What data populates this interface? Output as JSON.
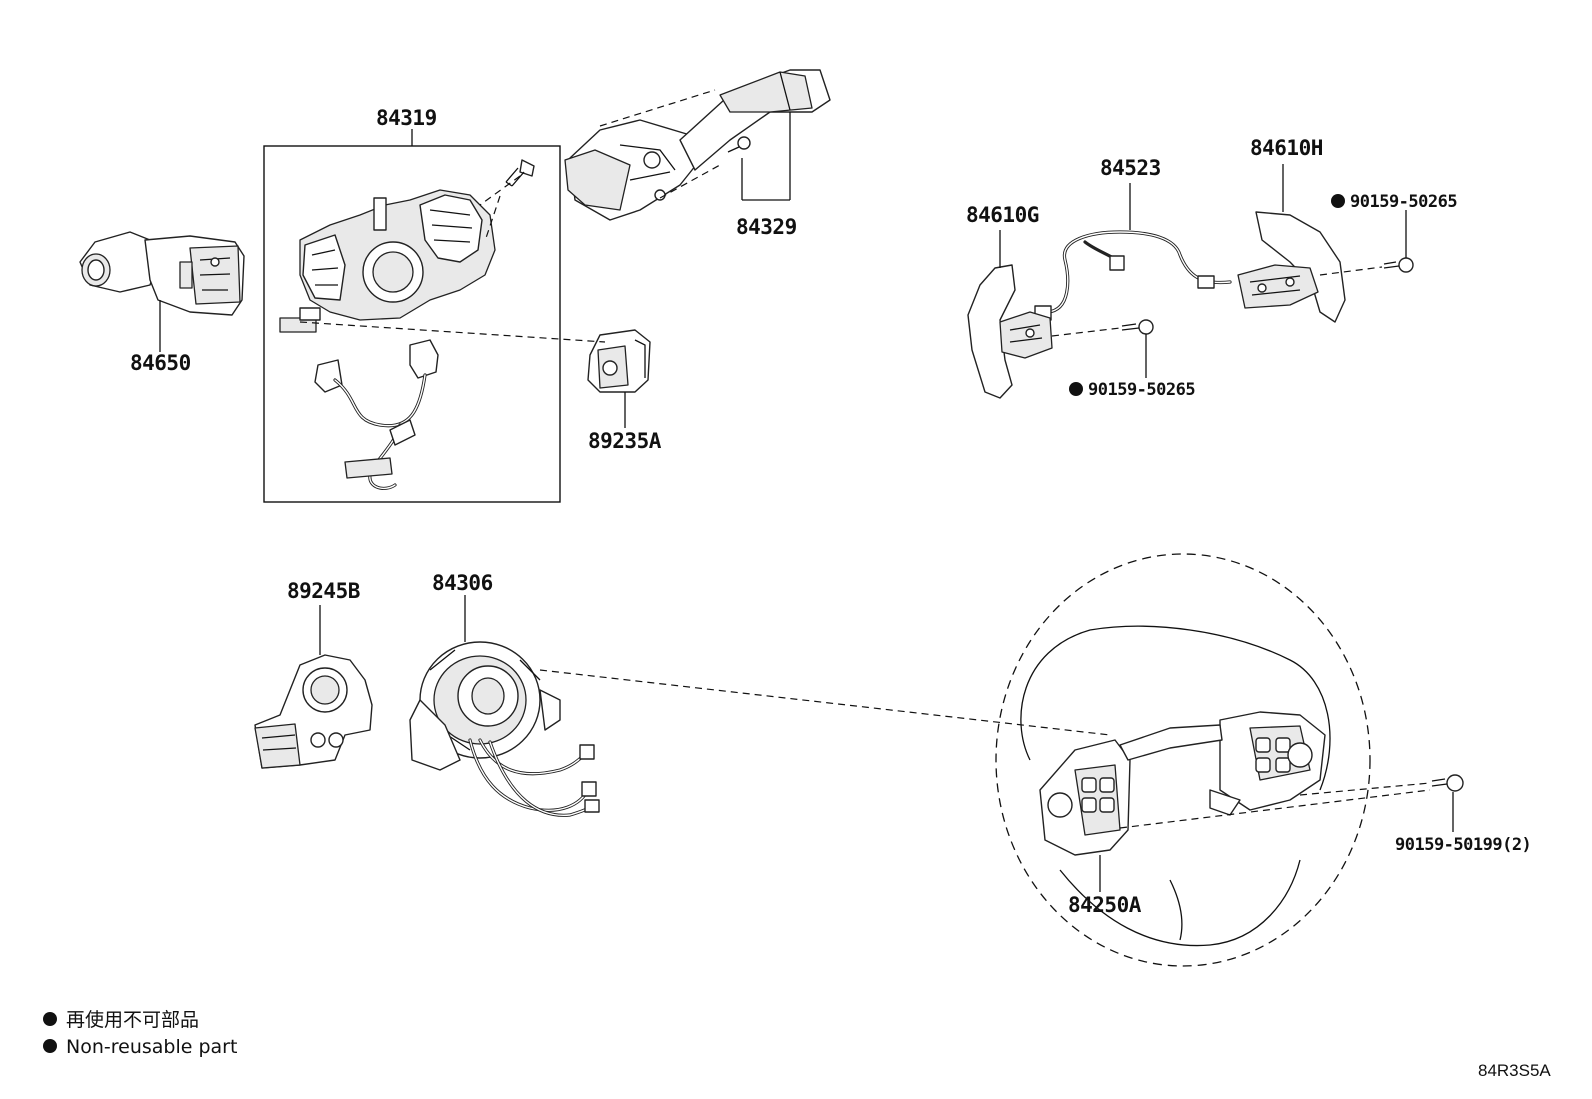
{
  "parts": {
    "p84319": "84319",
    "p84329": "84329",
    "p84650": "84650",
    "p89235A": "89235A",
    "p84523": "84523",
    "p84610H": "84610H",
    "p84610G": "84610G",
    "p90159_50265_upper": "90159-50265",
    "p90159_50265_lower": "90159-50265",
    "p89245B": "89245B",
    "p84306": "84306",
    "p90159_50199": "90159-50199(2)",
    "p84250A": "84250A"
  },
  "legend": {
    "line1": "再使用不可部品",
    "line2": "Non-reusable part"
  },
  "diagram_code": "84R3S5A",
  "colors": {
    "line": "#111111",
    "fill": "#ffffff",
    "shade": "#e9e9e9"
  }
}
